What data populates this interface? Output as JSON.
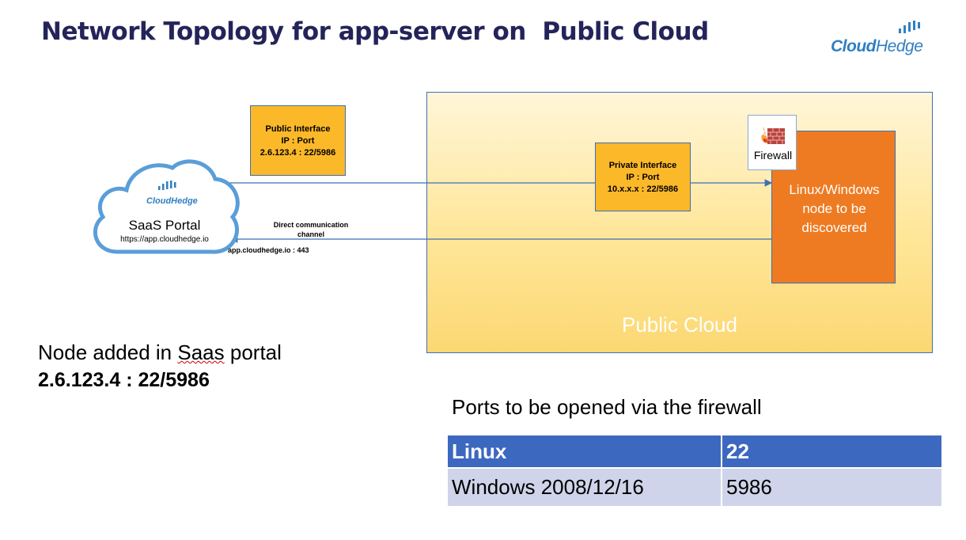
{
  "title": "Network Topology for app-server on  Public Cloud",
  "logo": {
    "brand_bold": "Cloud",
    "brand_rest": "Hedge"
  },
  "public_interface": {
    "line1": "Public Interface",
    "line2": "IP : Port",
    "line3": "2.6.123.4 : 22/5986"
  },
  "private_interface": {
    "line1": "Private Interface",
    "line2": "IP : Port",
    "line3": "10.x.x.x : 22/5986"
  },
  "firewall_label": "Firewall",
  "node": {
    "line1": "Linux/Windows",
    "line2": "node to be",
    "line3": "discovered"
  },
  "cloud_region_label": "Public Cloud",
  "portal": {
    "brand": "CloudHedge",
    "name": "SaaS Portal",
    "url": "https://app.cloudhedge.io"
  },
  "channel": {
    "line1": "Direct communication",
    "line2": "channel"
  },
  "app_port": "app.cloudhedge.io : 443",
  "node_added": {
    "prefix": "Node added in ",
    "saas": "Saas",
    "suffix": " portal",
    "address": "2.6.123.4 : 22/5986"
  },
  "ports_title": "Ports to be opened via the firewall",
  "ports_table": {
    "header": {
      "os": "Linux",
      "port": "22"
    },
    "row": {
      "os": "Windows 2008/12/16",
      "port": "5986"
    }
  },
  "colors": {
    "title": "#24245a",
    "brand": "#2f7fc1",
    "node": "#ee7b22",
    "interface": "#fbb829",
    "table_header": "#3d68bf",
    "table_row": "#cfd4ea",
    "line": "#3f6fb5"
  }
}
